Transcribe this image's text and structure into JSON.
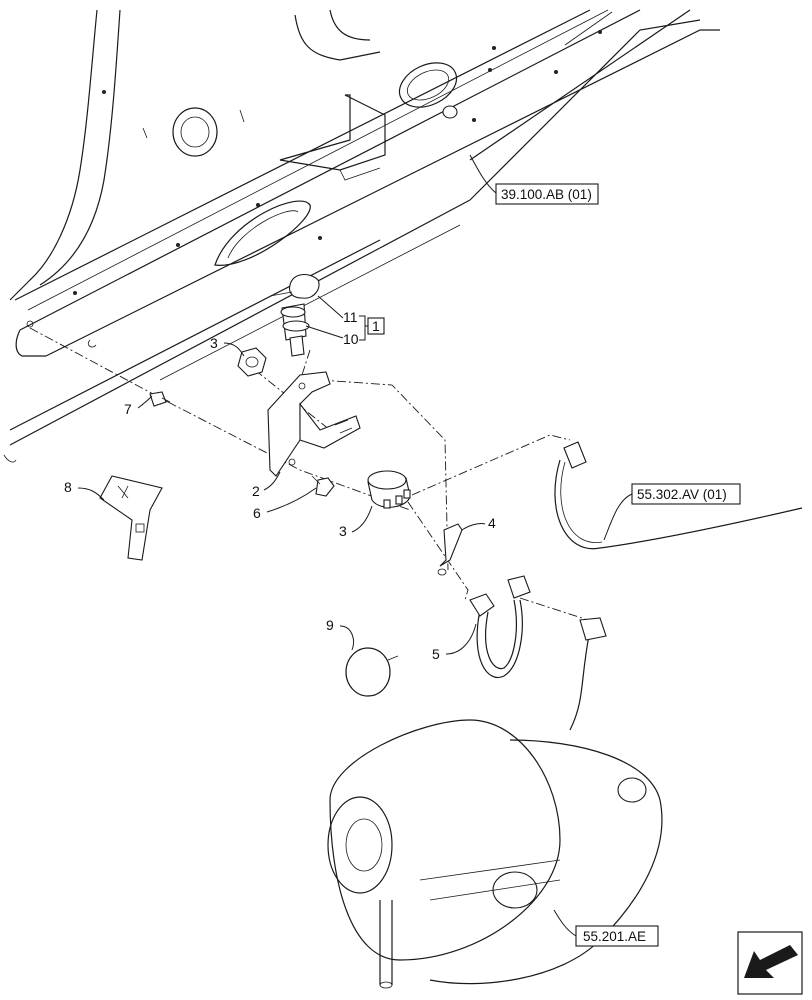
{
  "callouts": {
    "c11": "11",
    "c10": "10",
    "c3a": "3",
    "c7": "7",
    "c2": "2",
    "c8": "8",
    "c6": "6",
    "c3b": "3",
    "c4": "4",
    "c9": "9",
    "c5": "5"
  },
  "kit_bracket_label": "1",
  "references": {
    "frame": "39.100.AB (01)",
    "harness": "55.302.AV (01)",
    "starter": "55.201.AE"
  },
  "nav_icon": "arrow-back-icon"
}
